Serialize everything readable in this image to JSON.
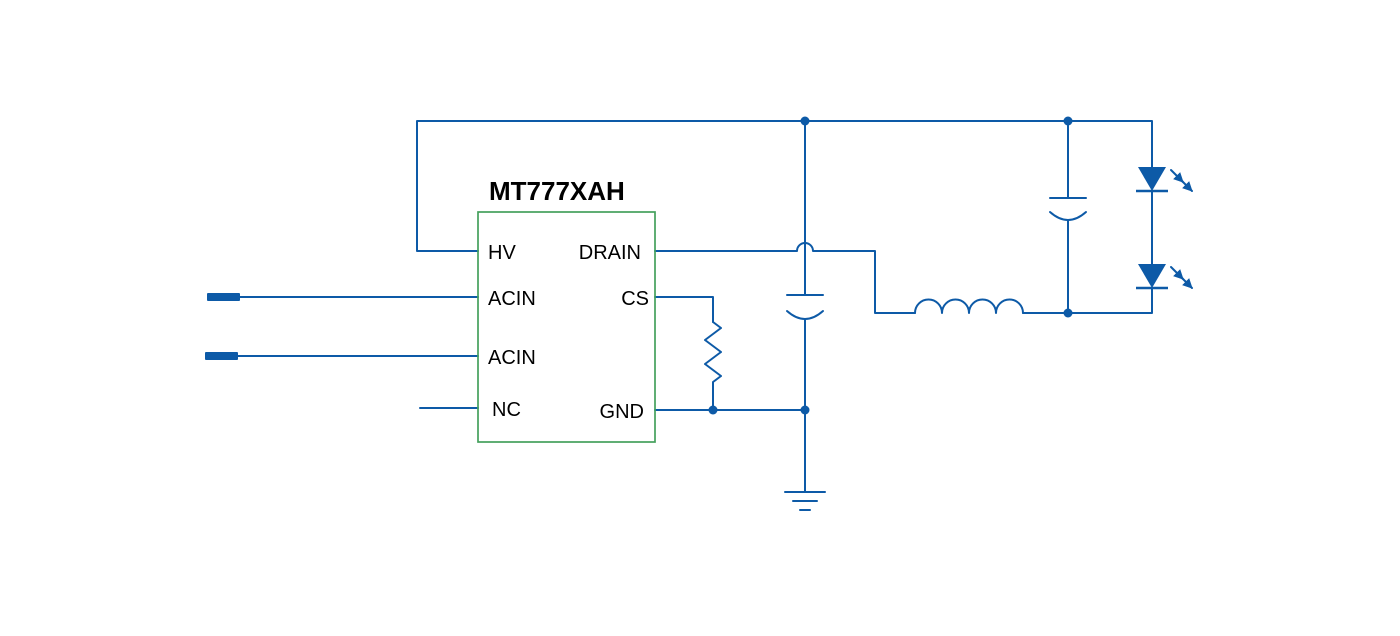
{
  "colors": {
    "background": "#ffffff",
    "wire": "#0d5aa7",
    "component_fill": "#0d5aa7",
    "ic_border": "#44a05c",
    "text": "#000000"
  },
  "schematic": {
    "ic": {
      "title": "MT777XAH",
      "pins": {
        "hv": "HV",
        "acin1": "ACIN",
        "acin2": "ACIN",
        "nc": "NC",
        "drain": "DRAIN",
        "cs": "CS",
        "gnd": "GND"
      }
    }
  }
}
